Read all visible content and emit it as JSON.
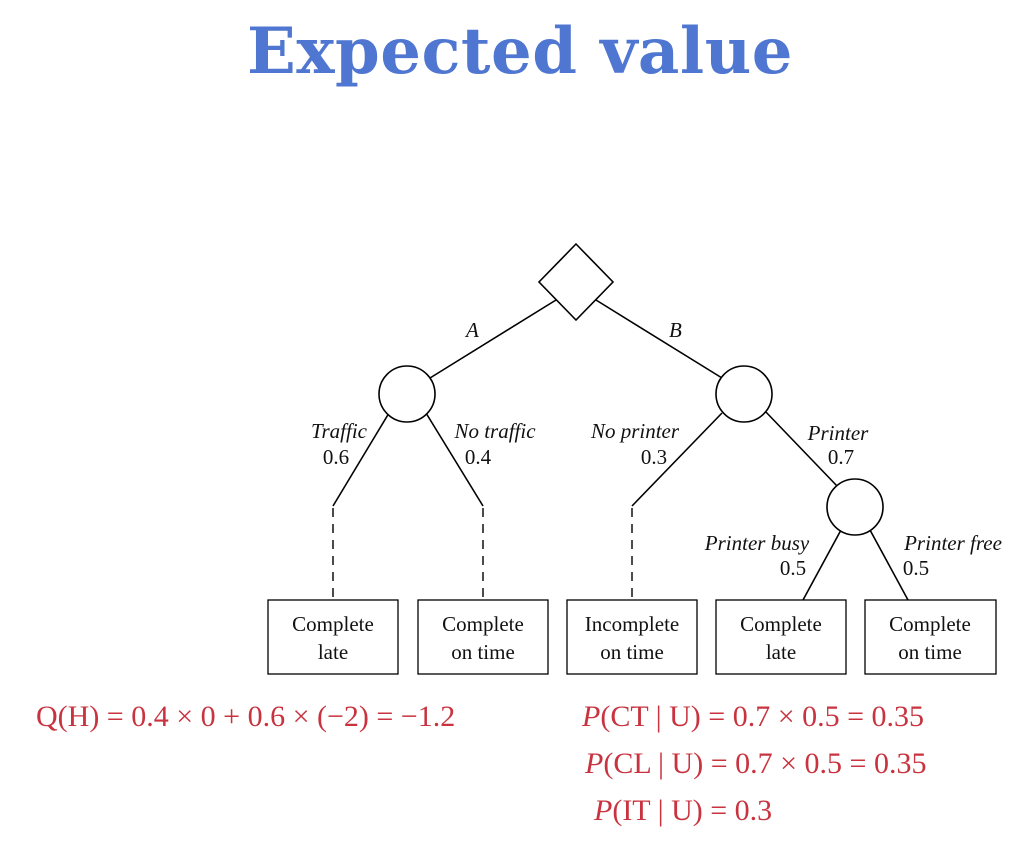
{
  "title": "Expected value",
  "decision_edges": {
    "left": "A",
    "right": "B"
  },
  "chance_edges": {
    "traffic": {
      "label": "Traffic",
      "prob": "0.6"
    },
    "no_traffic": {
      "label": "No traffic",
      "prob": "0.4"
    },
    "no_printer": {
      "label": "No printer",
      "prob": "0.3"
    },
    "printer": {
      "label": "Printer",
      "prob": "0.7"
    },
    "printer_busy": {
      "label": "Printer busy",
      "prob": "0.5"
    },
    "printer_free": {
      "label": "Printer free",
      "prob": "0.5"
    }
  },
  "outcomes": [
    {
      "line1": "Complete",
      "line2": "late"
    },
    {
      "line1": "Complete",
      "line2": "on time"
    },
    {
      "line1": "Incomplete",
      "line2": "on time"
    },
    {
      "line1": "Complete",
      "line2": "late"
    },
    {
      "line1": "Complete",
      "line2": "on time"
    }
  ],
  "equations": {
    "q_h": "Q(H) = 0.4 × 0 + 0.6 × (−2) = −1.2",
    "p_ct": {
      "p": "P",
      "rest": "(CT | U) = 0.7 × 0.5 = 0.35"
    },
    "p_cl": {
      "p": "P",
      "rest": "(CL | U) = 0.7 × 0.5 = 0.35"
    },
    "p_it": {
      "p": "P",
      "rest": "(IT | U) = 0.3"
    }
  },
  "colors": {
    "title": "#4f76d0",
    "equations": "#c8333f"
  }
}
